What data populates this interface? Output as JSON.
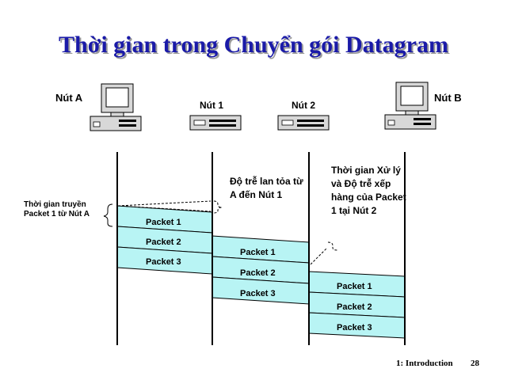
{
  "title": "Thời gian trong Chuyển gói Datagram",
  "nodes": {
    "a": "Nút A",
    "r1": "Nút 1",
    "r2": "Nút 2",
    "b": "Nút B"
  },
  "notes": {
    "propagation": "Độ trễ lan tỏa từ A đến Nút 1",
    "processing": "Thời gian Xử lý và Độ trễ xếp hàng của Packet 1 tại Nút 2",
    "transmission": "Thời gian truyền Packet 1 từ Nút A"
  },
  "packets": {
    "a_to_r1": [
      "Packet 1",
      "Packet 2",
      "Packet 3"
    ],
    "r1_to_r2": [
      "Packet 1",
      "Packet 2",
      "Packet 3"
    ],
    "r2_to_b": [
      "Packet 1",
      "Packet 2",
      "Packet 3"
    ]
  },
  "footer": {
    "section": "1: Introduction",
    "page": "28"
  },
  "colors": {
    "title": "#1a1aa8",
    "packet_fill": "#b8f4f4"
  },
  "icons": {
    "host": "desktop-computer-icon",
    "router": "router-box-icon"
  }
}
